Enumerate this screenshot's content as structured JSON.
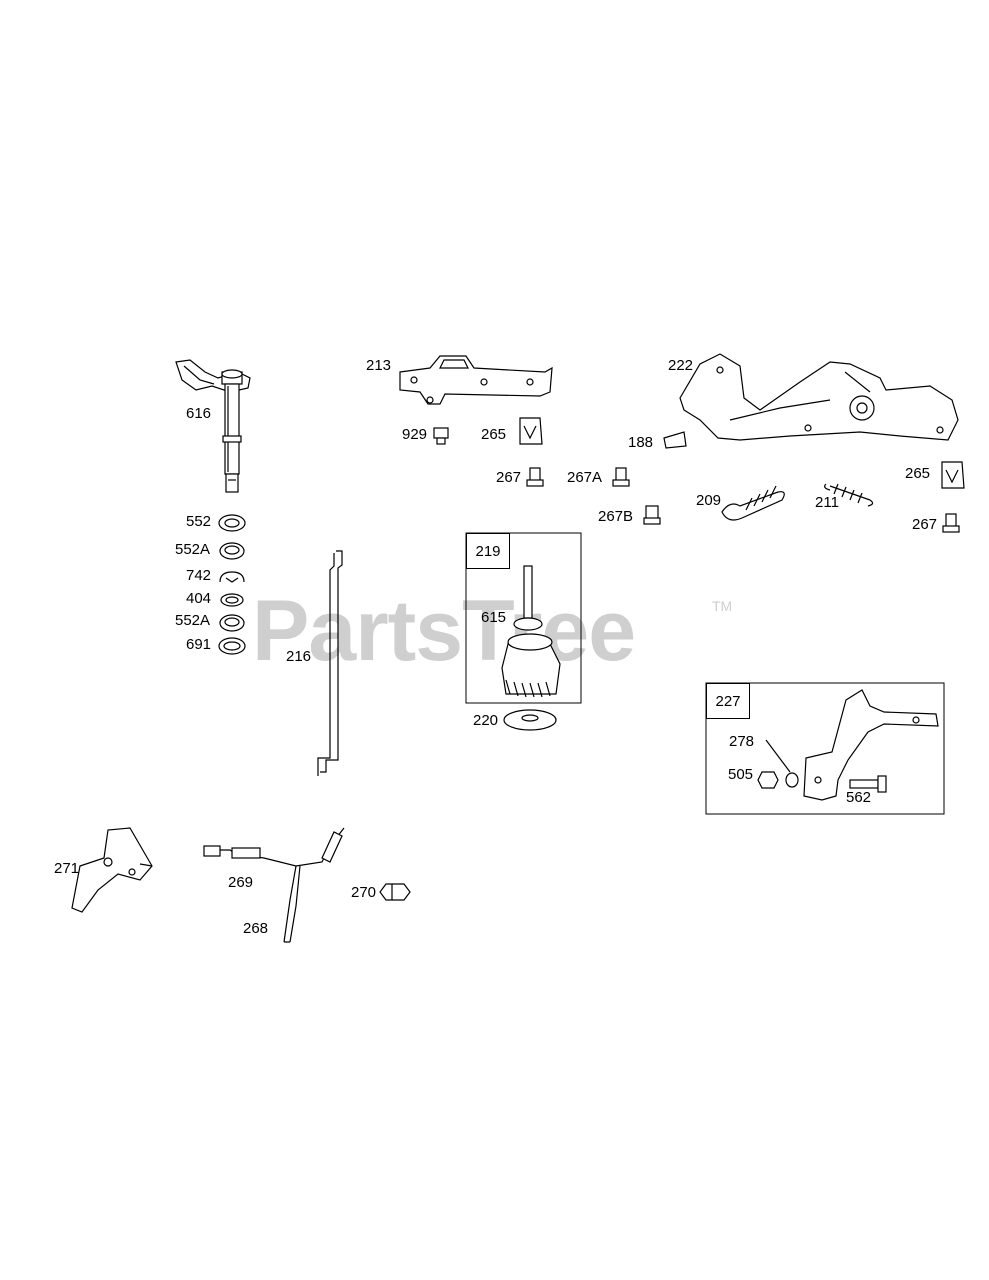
{
  "watermark": {
    "text": "PartsTree",
    "tm": "TM"
  },
  "parts": {
    "p616": "616",
    "p552": "552",
    "p552a_1": "552A",
    "p742": "742",
    "p404": "404",
    "p552a_2": "552A",
    "p691": "691",
    "p216": "216",
    "p213": "213",
    "p929": "929",
    "p265_a": "265",
    "p267_a": "267",
    "p267a": "267A",
    "p267b": "267B",
    "p222": "222",
    "p188": "188",
    "p209": "209",
    "p211": "211",
    "p265_b": "265",
    "p267_b": "267",
    "p219": "219",
    "p615": "615",
    "p220": "220",
    "p227": "227",
    "p278": "278",
    "p505": "505",
    "p562": "562",
    "p271": "271",
    "p269": "269",
    "p268": "268",
    "p270": "270"
  }
}
